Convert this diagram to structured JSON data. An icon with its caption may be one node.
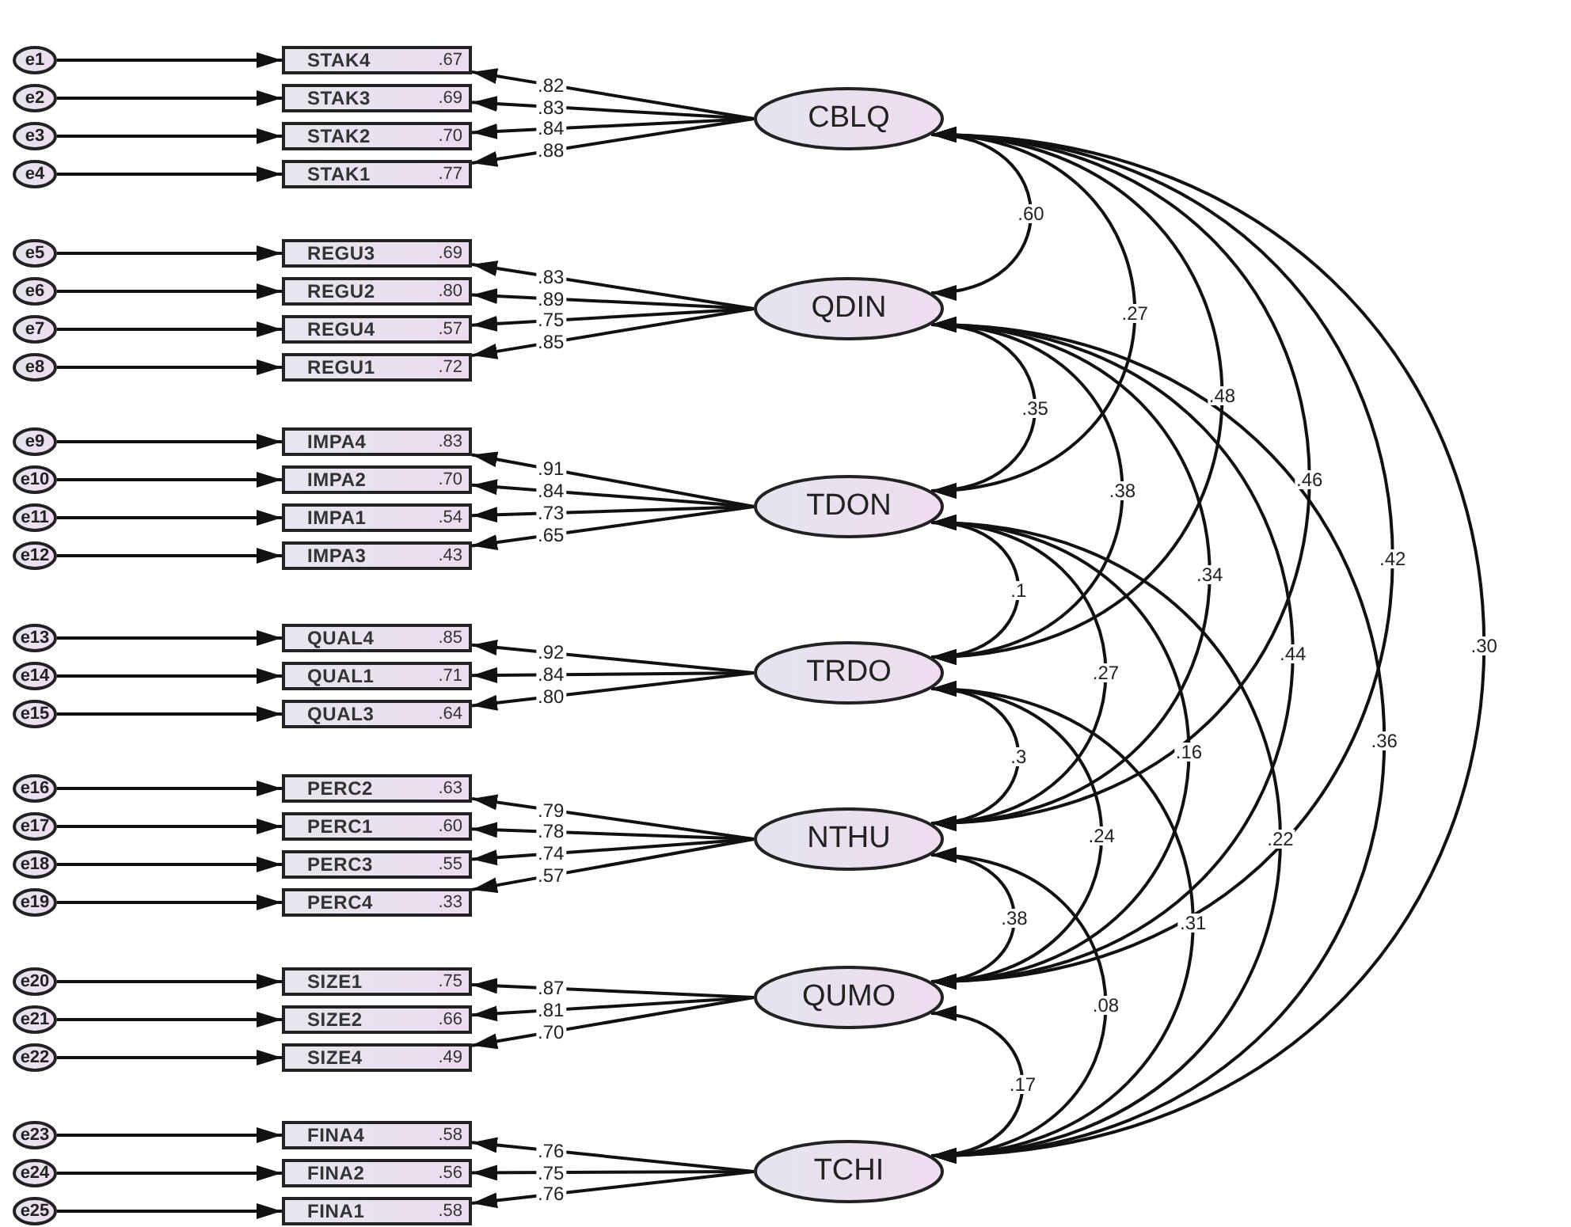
{
  "diagram": {
    "nodes": [
      {
        "text": [
          "e1"
        ]
      },
      {
        "text": [
          "STAK4",
          ".67"
        ]
      },
      {
        "text": [
          "e2"
        ]
      },
      {
        "text": [
          "STAK3",
          ".69"
        ]
      },
      {
        "text": [
          "e3"
        ]
      },
      {
        "text": [
          "STAK2",
          ".70"
        ]
      },
      {
        "text": [
          "e4"
        ]
      },
      {
        "text": [
          "STAK1",
          ".77"
        ]
      },
      {
        "text": [
          "CBLQ"
        ]
      },
      {
        "text": [
          "e5"
        ]
      },
      {
        "text": [
          "REGU3",
          ".69"
        ]
      },
      {
        "text": [
          "e6"
        ]
      },
      {
        "text": [
          "REGU2",
          ".80"
        ]
      },
      {
        "text": [
          "e7"
        ]
      },
      {
        "text": [
          "REGU4",
          ".57"
        ]
      },
      {
        "text": [
          "e8"
        ]
      },
      {
        "text": [
          "REGU1",
          ".72"
        ]
      },
      {
        "text": [
          "QDIN"
        ]
      },
      {
        "text": [
          "e9"
        ]
      },
      {
        "text": [
          "IMPA4",
          ".83"
        ]
      },
      {
        "text": [
          "e10"
        ]
      },
      {
        "text": [
          "IMPA2",
          ".70"
        ]
      },
      {
        "text": [
          "e11"
        ]
      },
      {
        "text": [
          "IMPA1",
          ".54"
        ]
      },
      {
        "text": [
          "e12"
        ]
      },
      {
        "text": [
          "IMPA3",
          ".43"
        ]
      },
      {
        "text": [
          "TDON"
        ]
      },
      {
        "text": [
          "e13"
        ]
      },
      {
        "text": [
          "QUAL4",
          ".85"
        ]
      },
      {
        "text": [
          "e14"
        ]
      },
      {
        "text": [
          "QUAL1",
          ".71"
        ]
      },
      {
        "text": [
          "e15"
        ]
      },
      {
        "text": [
          "QUAL3",
          ".64"
        ]
      },
      {
        "text": [
          "TRDO"
        ]
      },
      {
        "text": [
          "e16"
        ]
      },
      {
        "text": [
          "PERC2",
          ".63"
        ]
      },
      {
        "text": [
          "e17"
        ]
      },
      {
        "text": [
          "PERC1",
          ".60"
        ]
      },
      {
        "text": [
          "e18"
        ]
      },
      {
        "text": [
          "PERC3",
          ".55"
        ]
      },
      {
        "text": [
          "e19"
        ]
      },
      {
        "text": [
          "PERC4",
          ".33"
        ]
      },
      {
        "text": [
          "NTHU"
        ]
      },
      {
        "text": [
          "e20"
        ]
      },
      {
        "text": [
          "SIZE1",
          ".75"
        ]
      },
      {
        "text": [
          "e21"
        ]
      },
      {
        "text": [
          "SIZE2",
          ".66"
        ]
      },
      {
        "text": [
          "e22"
        ]
      },
      {
        "text": [
          "SIZE4",
          ".49"
        ]
      },
      {
        "text": [
          "QUMO"
        ]
      },
      {
        "text": [
          "e23"
        ]
      },
      {
        "text": [
          "FINA4",
          ".58"
        ]
      },
      {
        "text": [
          "e24"
        ]
      },
      {
        "text": [
          "FINA2",
          ".56"
        ]
      },
      {
        "text": [
          "e25"
        ]
      },
      {
        "text": [
          "FINA1",
          ".58"
        ]
      },
      {
        "text": [
          "TCHI"
        ]
      }
    ],
    "edges": [
      {
        "from": 0,
        "to": 1,
        "arrow": "to"
      },
      {
        "from": 2,
        "to": 3,
        "arrow": "to"
      },
      {
        "from": 4,
        "to": 5,
        "arrow": "to"
      },
      {
        "from": 6,
        "to": 7,
        "arrow": "to"
      },
      {
        "from": 8,
        "to": 1,
        "arrow": "to",
        "label": ".82"
      },
      {
        "from": 8,
        "to": 3,
        "arrow": "to",
        "label": ".83"
      },
      {
        "from": 8,
        "to": 5,
        "arrow": "to",
        "label": ".84"
      },
      {
        "from": 8,
        "to": 7,
        "arrow": "to",
        "label": ".88"
      },
      {
        "from": 9,
        "to": 10,
        "arrow": "to"
      },
      {
        "from": 11,
        "to": 12,
        "arrow": "to"
      },
      {
        "from": 13,
        "to": 14,
        "arrow": "to"
      },
      {
        "from": 15,
        "to": 16,
        "arrow": "to"
      },
      {
        "from": 17,
        "to": 10,
        "arrow": "to",
        "label": ".83"
      },
      {
        "from": 17,
        "to": 12,
        "arrow": "to",
        "label": ".89"
      },
      {
        "from": 17,
        "to": 14,
        "arrow": "to",
        "label": ".75"
      },
      {
        "from": 17,
        "to": 16,
        "arrow": "to",
        "label": ".85"
      },
      {
        "from": 18,
        "to": 19,
        "arrow": "to"
      },
      {
        "from": 20,
        "to": 21,
        "arrow": "to"
      },
      {
        "from": 22,
        "to": 23,
        "arrow": "to"
      },
      {
        "from": 24,
        "to": 25,
        "arrow": "to"
      },
      {
        "from": 26,
        "to": 19,
        "arrow": "to",
        "label": ".91"
      },
      {
        "from": 26,
        "to": 21,
        "arrow": "to",
        "label": ".84"
      },
      {
        "from": 26,
        "to": 23,
        "arrow": "to",
        "label": ".73"
      },
      {
        "from": 26,
        "to": 25,
        "arrow": "to",
        "label": ".65"
      },
      {
        "from": 27,
        "to": 28,
        "arrow": "to"
      },
      {
        "from": 29,
        "to": 30,
        "arrow": "to"
      },
      {
        "from": 31,
        "to": 32,
        "arrow": "to"
      },
      {
        "from": 33,
        "to": 28,
        "arrow": "to",
        "label": ".92"
      },
      {
        "from": 33,
        "to": 30,
        "arrow": "to",
        "label": ".84"
      },
      {
        "from": 33,
        "to": 32,
        "arrow": "to",
        "label": ".80"
      },
      {
        "from": 34,
        "to": 35,
        "arrow": "to"
      },
      {
        "from": 36,
        "to": 37,
        "arrow": "to"
      },
      {
        "from": 38,
        "to": 39,
        "arrow": "to"
      },
      {
        "from": 40,
        "to": 41,
        "arrow": "to"
      },
      {
        "from": 42,
        "to": 35,
        "arrow": "to",
        "label": ".79"
      },
      {
        "from": 42,
        "to": 37,
        "arrow": "to",
        "label": ".78"
      },
      {
        "from": 42,
        "to": 39,
        "arrow": "to",
        "label": ".74"
      },
      {
        "from": 42,
        "to": 41,
        "arrow": "to",
        "label": ".57"
      },
      {
        "from": 43,
        "to": 44,
        "arrow": "to"
      },
      {
        "from": 45,
        "to": 46,
        "arrow": "to"
      },
      {
        "from": 47,
        "to": 48,
        "arrow": "to"
      },
      {
        "from": 49,
        "to": 44,
        "arrow": "to",
        "label": ".87"
      },
      {
        "from": 49,
        "to": 46,
        "arrow": "to",
        "label": ".81"
      },
      {
        "from": 49,
        "to": 48,
        "arrow": "to",
        "label": ".70"
      },
      {
        "from": 50,
        "to": 51,
        "arrow": "to"
      },
      {
        "from": 52,
        "to": 53,
        "arrow": "to"
      },
      {
        "from": 54,
        "to": 55,
        "arrow": "to"
      },
      {
        "from": 56,
        "to": 51,
        "arrow": "to",
        "label": ".76"
      },
      {
        "from": 56,
        "to": 53,
        "arrow": "to",
        "label": ".75"
      },
      {
        "from": 56,
        "to": 55,
        "arrow": "to",
        "label": ".76"
      },
      {
        "from": 8,
        "to": 17,
        "arrow": "both",
        "label": ".60"
      },
      {
        "from": 8,
        "to": 26,
        "arrow": "both",
        "label": ".27"
      },
      {
        "from": 8,
        "to": 33,
        "arrow": "both",
        "label": ".48"
      },
      {
        "from": 8,
        "to": 42,
        "arrow": "both",
        "label": ".46"
      },
      {
        "from": 8,
        "to": 49,
        "arrow": "both",
        "label": ".42"
      },
      {
        "from": 8,
        "to": 56,
        "arrow": "both",
        "label": ".30"
      },
      {
        "from": 17,
        "to": 26,
        "arrow": "both",
        "label": ".35"
      },
      {
        "from": 17,
        "to": 33,
        "arrow": "both",
        "label": ".38"
      },
      {
        "from": 17,
        "to": 42,
        "arrow": "both",
        "label": ".34"
      },
      {
        "from": 17,
        "to": 49,
        "arrow": "both",
        "label": ".44"
      },
      {
        "from": 17,
        "to": 56,
        "arrow": "both",
        "label": ".36"
      },
      {
        "from": 26,
        "to": 33,
        "arrow": "both",
        "label": ".1"
      },
      {
        "from": 26,
        "to": 42,
        "arrow": "both",
        "label": ".27"
      },
      {
        "from": 26,
        "to": 49,
        "arrow": "both",
        "label": ".16"
      },
      {
        "from": 26,
        "to": 56,
        "arrow": "both",
        "label": ".22"
      },
      {
        "from": 33,
        "to": 42,
        "arrow": "both",
        "label": ".3"
      },
      {
        "from": 33,
        "to": 49,
        "arrow": "both",
        "label": ".24"
      },
      {
        "from": 33,
        "to": 56,
        "arrow": "both",
        "label": ".31"
      },
      {
        "from": 42,
        "to": 49,
        "arrow": "both",
        "label": ".38"
      },
      {
        "from": 42,
        "to": 56,
        "arrow": "both",
        "label": ".08"
      },
      {
        "from": 49,
        "to": 56,
        "arrow": "both",
        "label": ".17"
      }
    ]
  }
}
